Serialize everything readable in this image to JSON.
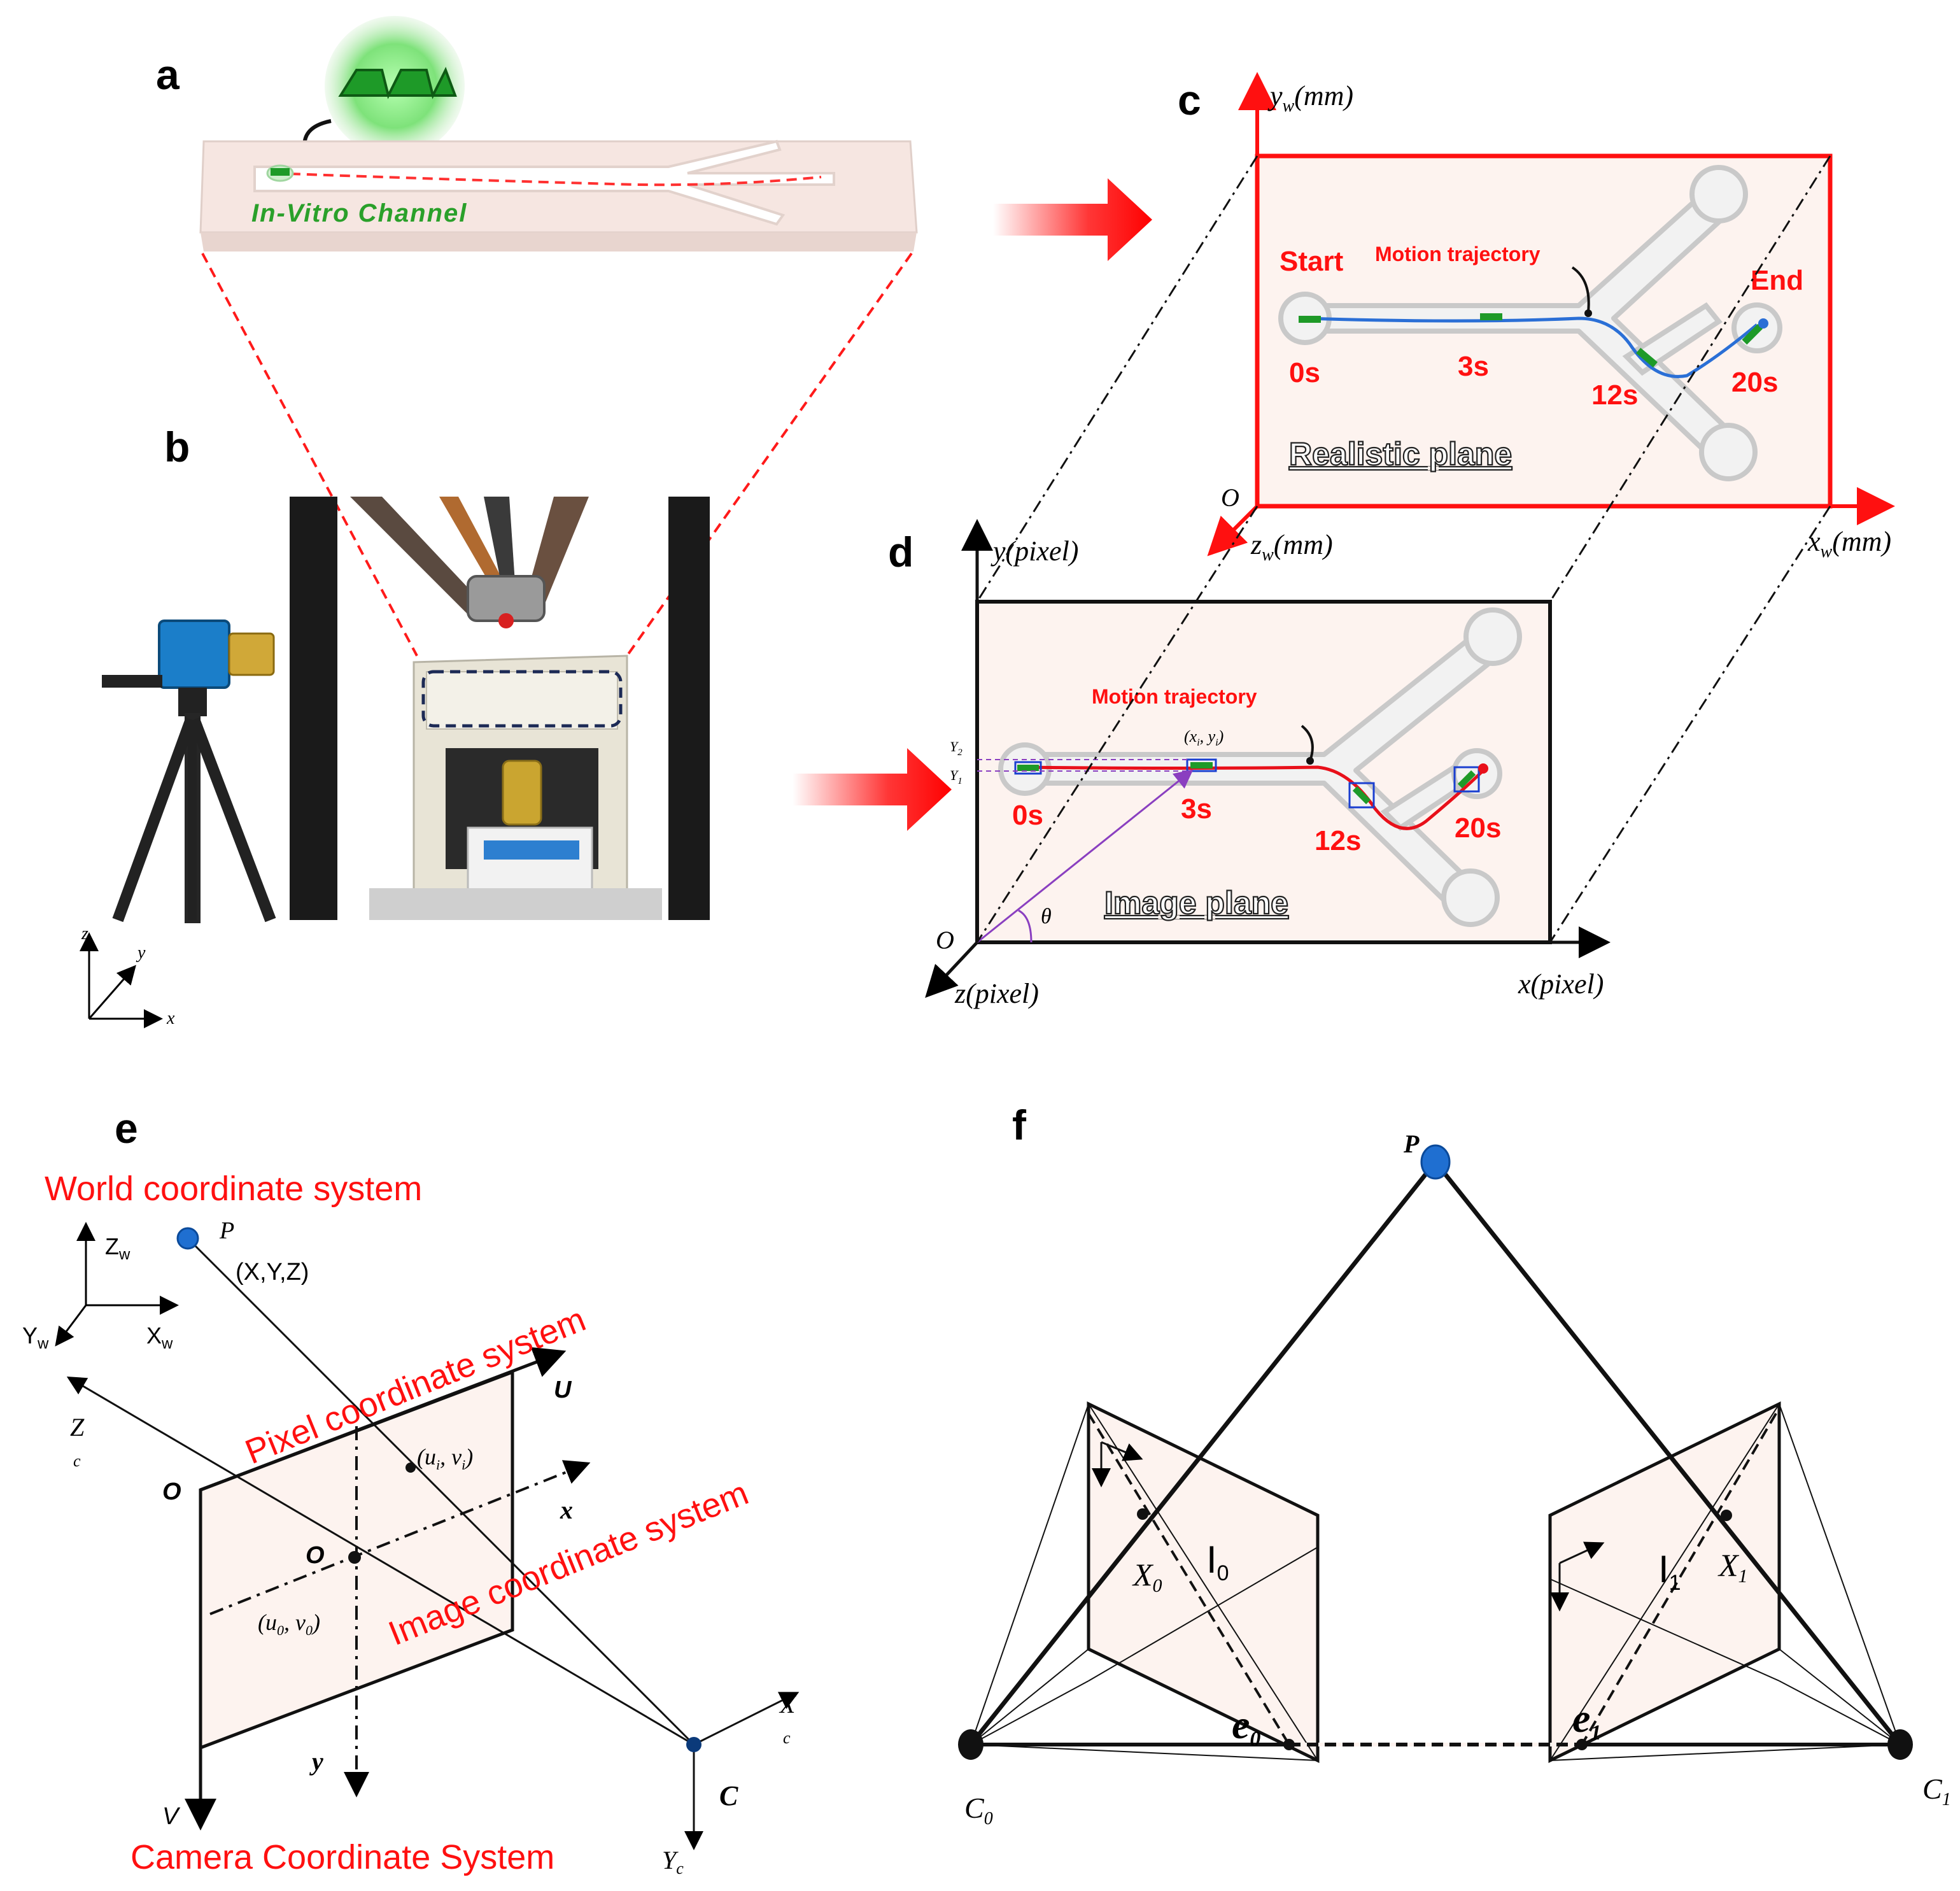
{
  "panels": {
    "a": "a",
    "b": "b",
    "c": "c",
    "d": "d",
    "e": "e",
    "f": "f"
  },
  "panel_a": {
    "channel_label": "In-Vitro Channel"
  },
  "panel_b": {
    "axis_z": "z",
    "axis_y": "y",
    "axis_x": "x"
  },
  "panel_c": {
    "axis_y": "y",
    "axis_y_sub": "w",
    "axis_y_unit": "(mm)",
    "axis_x": "x",
    "axis_x_sub": "w",
    "axis_x_unit": "(mm)",
    "axis_z": "z",
    "axis_z_sub": "w",
    "axis_z_unit": "(mm)",
    "origin": "O",
    "start": "Start",
    "end": "End",
    "trajectory": "Motion trajectory",
    "times": [
      "0s",
      "3s",
      "12s",
      "20s"
    ],
    "plane_label": "Realistic plane"
  },
  "panel_d": {
    "axis_y": "y",
    "axis_y_unit": "(pixel)",
    "axis_x": "x",
    "axis_x_unit": "(pixel)",
    "axis_z": "z",
    "axis_z_unit": "(pixel)",
    "origin": "O",
    "theta": "θ",
    "y2": "Y",
    "y2_sub": "2",
    "y1": "Y",
    "y1_sub": "1",
    "point": "(x",
    "point_sub": "i",
    "point_mid": ", y",
    "point_sub2": "i",
    "point_end": ")",
    "trajectory": "Motion trajectory",
    "times": [
      "0s",
      "3s",
      "12s",
      "20s"
    ],
    "plane_label": "Image plane"
  },
  "panel_e": {
    "world_title": "World coordinate system",
    "pixel_title": "Pixel coordinate system",
    "image_title": "Image coordinate system",
    "camera_title": "Camera Coordinate System",
    "zw": "Z",
    "zw_sub": "w",
    "yw": "Y",
    "yw_sub": "w",
    "xw": "X",
    "xw_sub": "w",
    "p": "P",
    "p_coords": "(X,Y,Z)",
    "u": "U",
    "v": "V",
    "o_outer": "O",
    "o_inner": "O",
    "x": "x",
    "y": "y",
    "zc": "Z",
    "zc_sub": "c",
    "xc": "X",
    "xc_sub": "c",
    "yc": "Y",
    "yc_sub": "c",
    "c": "C",
    "ui": "(u",
    "ui_sub": "i",
    "vi": ", v",
    "vi_sub": "i",
    "ui_end": ")",
    "u0": "(u",
    "u0_sub": "0",
    "v0": ", v",
    "v0_sub": "0",
    "u0_end": ")"
  },
  "panel_f": {
    "p": "P",
    "x0": "X",
    "x0_sub": "0",
    "x1": "X",
    "x1_sub": "1",
    "l0": "I",
    "l0_sub": "0",
    "l1": "I",
    "l1_sub": "1",
    "e0": "e",
    "e0_sub": "0",
    "e1": "e",
    "e1_sub": "1",
    "c0": "C",
    "c0_sub": "0",
    "c1": "C",
    "c1_sub": "1"
  },
  "colors": {
    "red": "#ff1010",
    "plane_fill": "#fdf3ef",
    "blue_point": "#1f6fd1",
    "trajectory_blue": "#2a6fd6",
    "channel_green": "#1a9a2a"
  }
}
